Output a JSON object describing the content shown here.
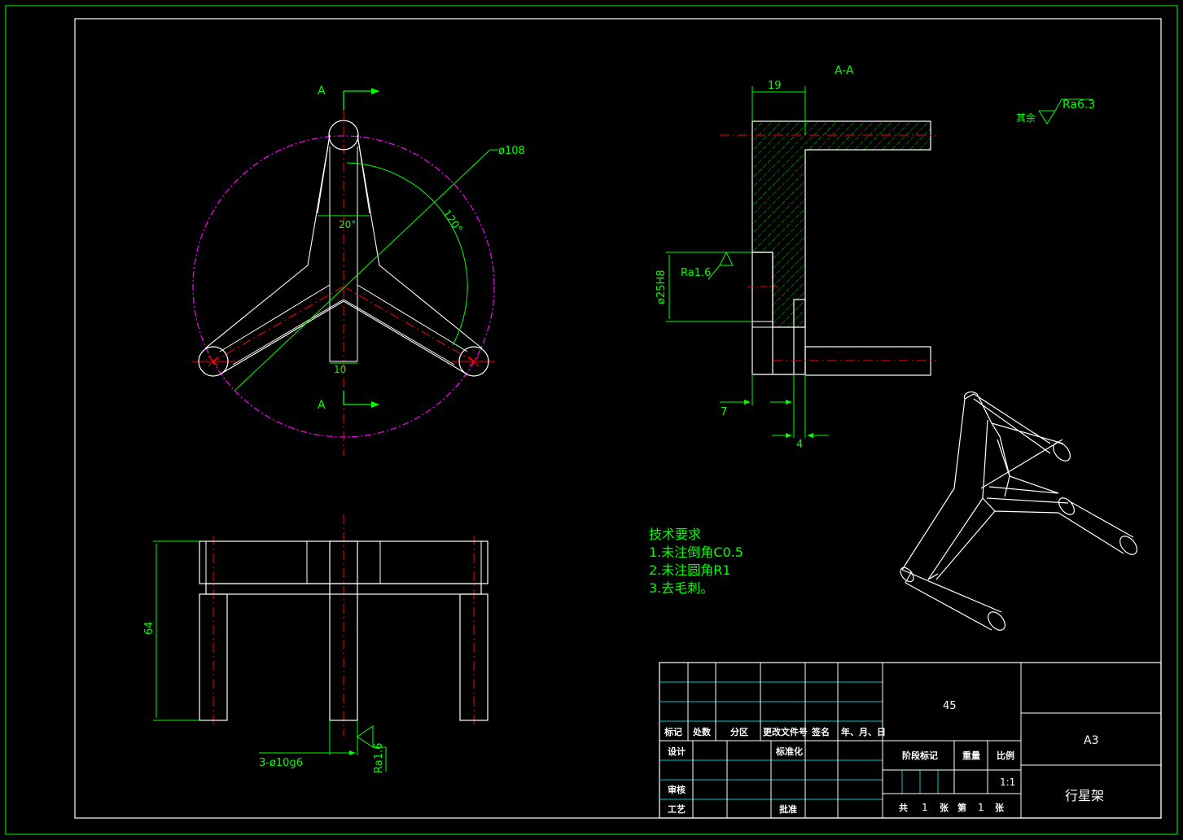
{
  "colors": {
    "background": "#000000",
    "outline": "#ffffff",
    "dimension": "#00ff00",
    "centerline": "#ff0000",
    "pitch_circle": "#ff00ff",
    "table_cyan": "#00c8c8"
  },
  "top_view": {
    "section_mark_top": "A",
    "section_mark_bottom": "A",
    "pitch_diameter": "ø108",
    "angle_120": "120°",
    "angle_20": "20°",
    "arm_width": "10"
  },
  "front_view": {
    "height": "64",
    "pin_spec": "3-ø10g6",
    "roughness": "Ra1.6"
  },
  "section_view": {
    "title": "A-A",
    "dim_19": "19",
    "bore_spec": "ø25H8",
    "bore_roughness": "Ra1.6",
    "dim_7": "7",
    "dim_4": "4"
  },
  "surface_note": {
    "prefix": "其余",
    "value": "Ra6.3"
  },
  "tech_requirements": {
    "title": "技术要求",
    "items": [
      "1.未注倒角C0.5",
      "2.未注圆角R1",
      "3.去毛刺。"
    ]
  },
  "title_block": {
    "header": [
      "标记",
      "处数",
      "分区",
      "更改文件号",
      "签名",
      "年、月、日"
    ],
    "design": "设计",
    "standard": "标准化",
    "check": "审核",
    "process": "工艺",
    "approve": "批准",
    "material": "45",
    "stage_mark": "阶段标记",
    "weight": "重量",
    "scale_label": "比例",
    "scale": "1:1",
    "total": "共",
    "total_count": "1",
    "sheets": "张",
    "nth": "第",
    "nth_count": "1",
    "sheets2": "张",
    "paper_size": "A3",
    "part_name": "行星架"
  }
}
